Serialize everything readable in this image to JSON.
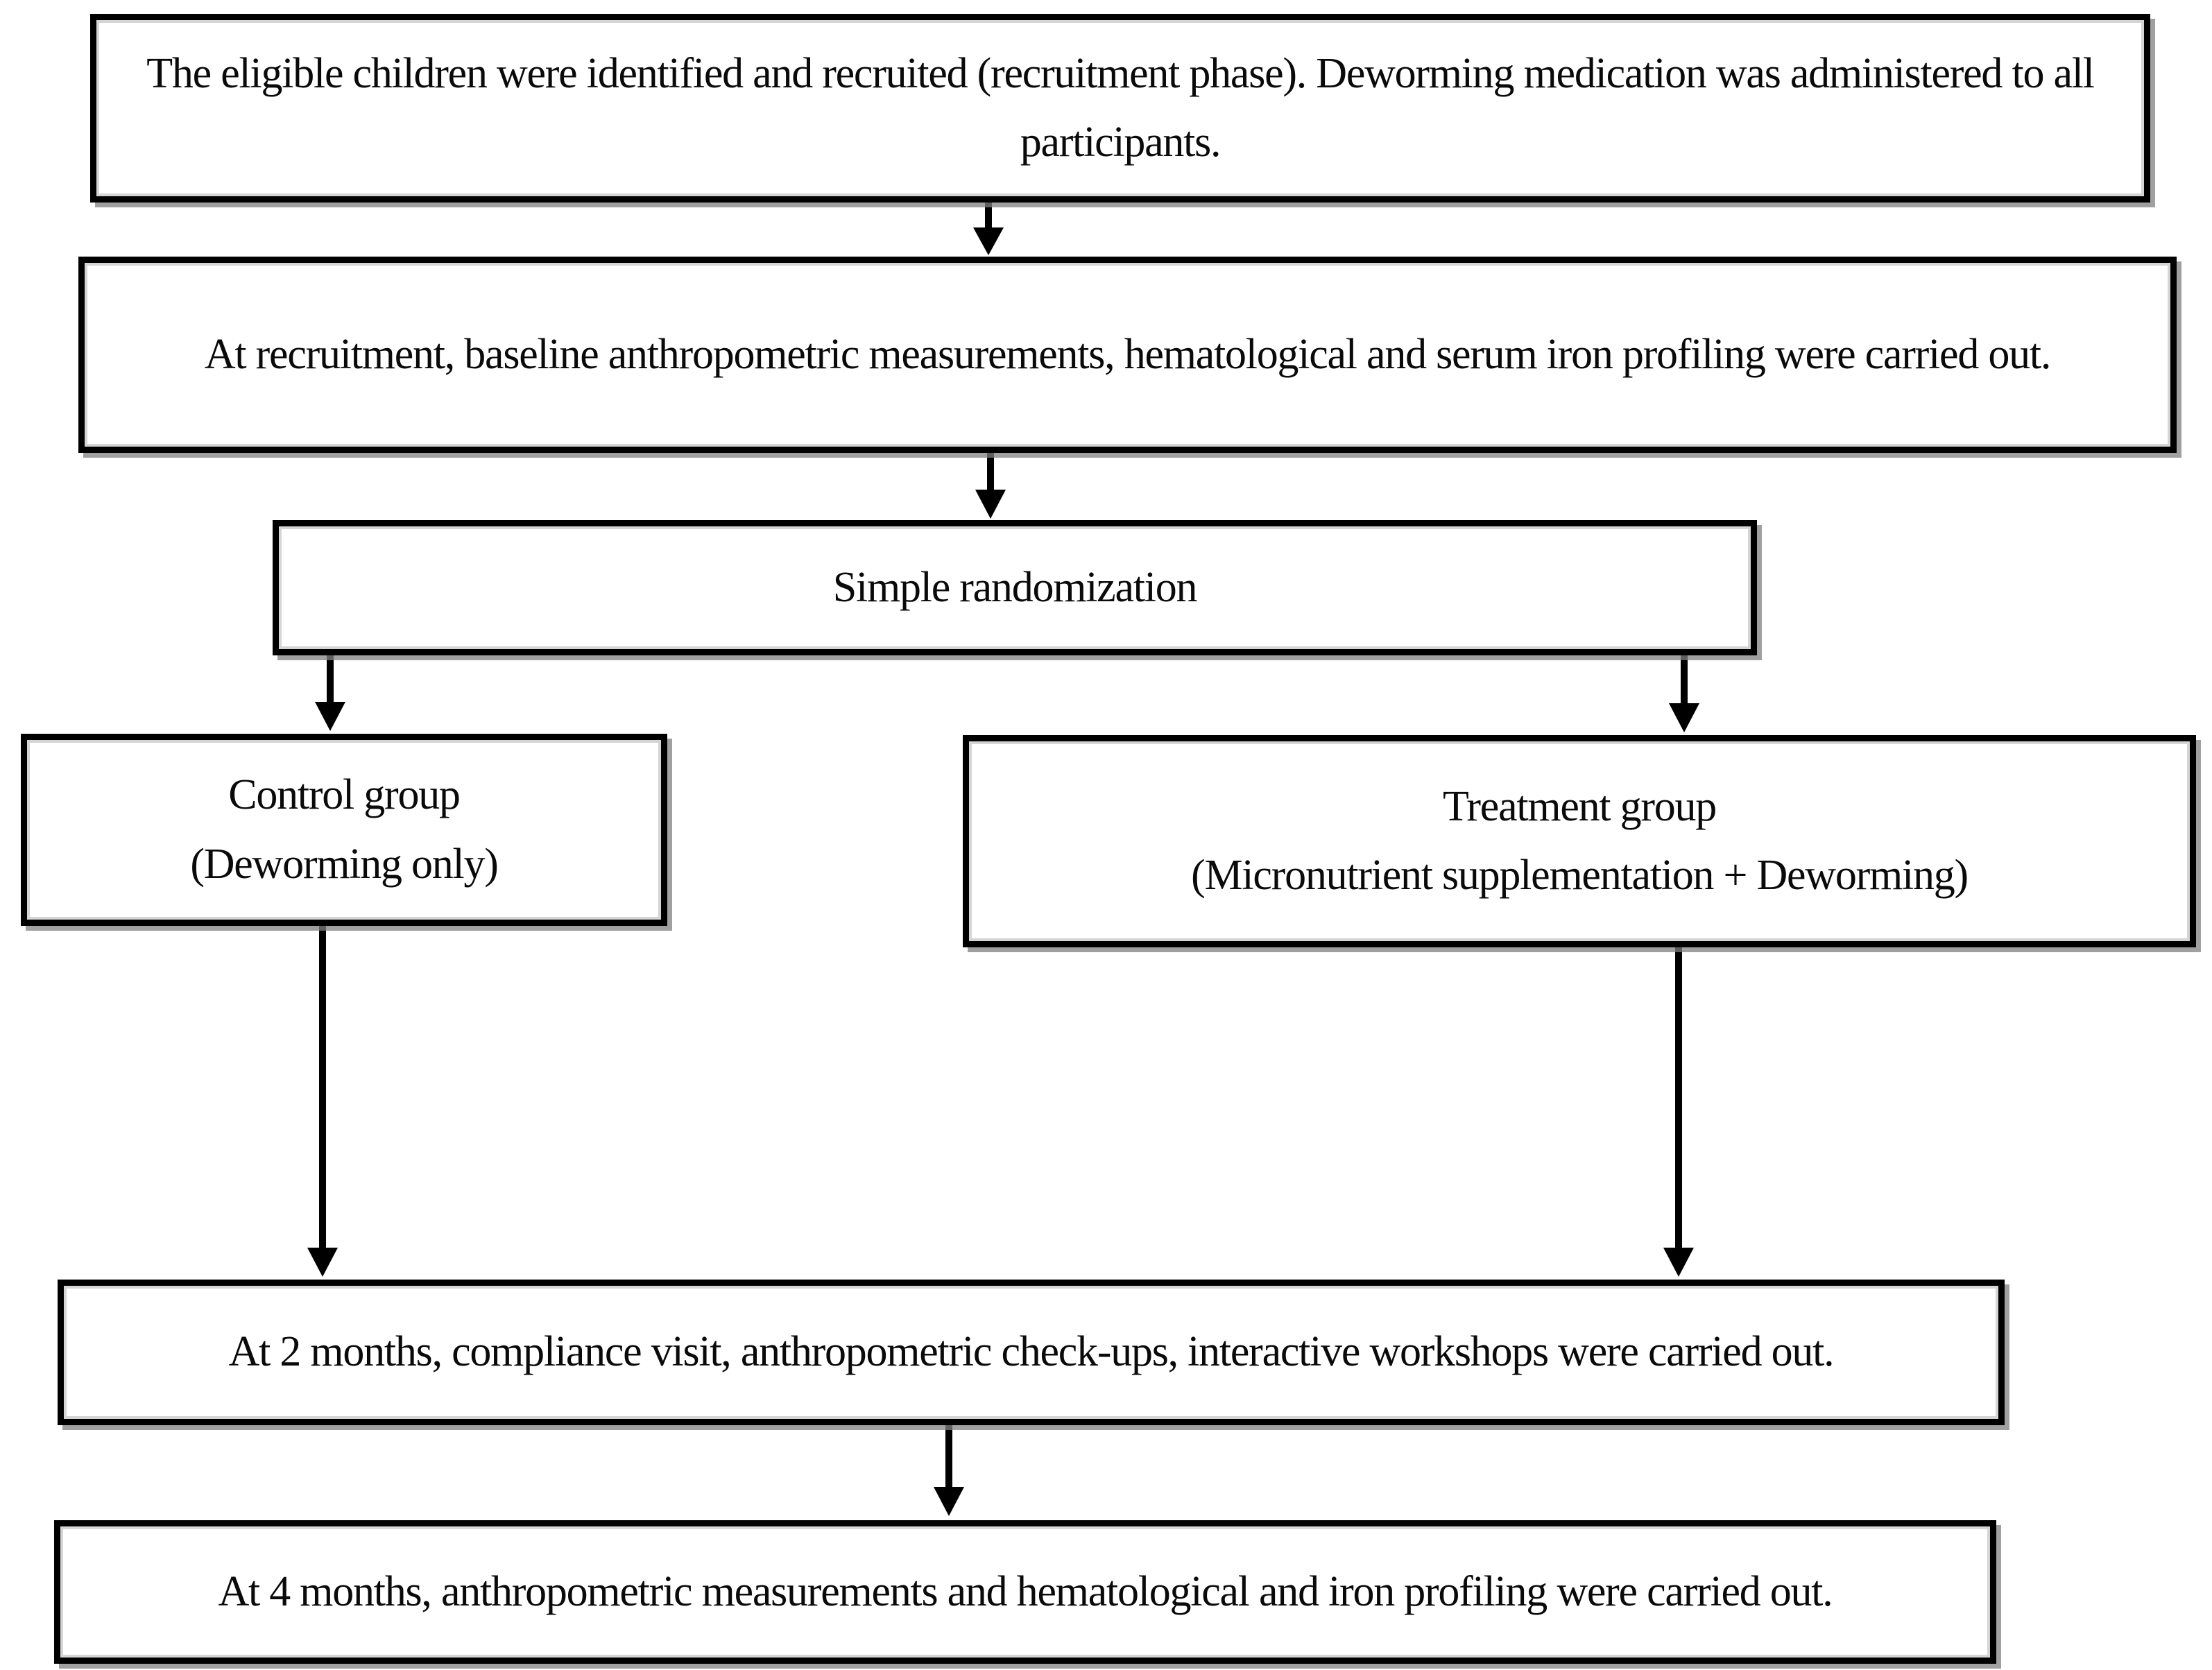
{
  "colors": {
    "background": "#ffffff",
    "box_fill": "#ffffff",
    "box_border": "#000000",
    "box_shadow": "#808080",
    "arrow": "#000000",
    "text": "#0a0a0a"
  },
  "nodes": {
    "recruitment": {
      "text": "The eligible children were identified and recruited (recruitment phase).  Deworming medication was administered to all participants."
    },
    "baseline": {
      "text": "At recruitment, baseline anthropometric measurements, hematological and serum iron profiling were carried out."
    },
    "randomization": {
      "text": "Simple randomization"
    },
    "control": {
      "line1": "Control group",
      "line2": "(Deworming only)"
    },
    "treatment": {
      "line1": "Treatment group",
      "line2": "(Micronutrient supplementation + Deworming)"
    },
    "two_months": {
      "text": "At 2 months, compliance visit, anthropometric check-ups, interactive workshops were carried out."
    },
    "four_months": {
      "text": "At 4 months, anthropometric measurements and hematological and iron profiling were carried out."
    }
  },
  "edges": [
    {
      "from": "recruitment",
      "to": "baseline"
    },
    {
      "from": "baseline",
      "to": "randomization"
    },
    {
      "from": "randomization",
      "to": "control"
    },
    {
      "from": "randomization",
      "to": "treatment"
    },
    {
      "from": "control",
      "to": "two_months"
    },
    {
      "from": "treatment",
      "to": "two_months"
    },
    {
      "from": "two_months",
      "to": "four_months"
    }
  ]
}
